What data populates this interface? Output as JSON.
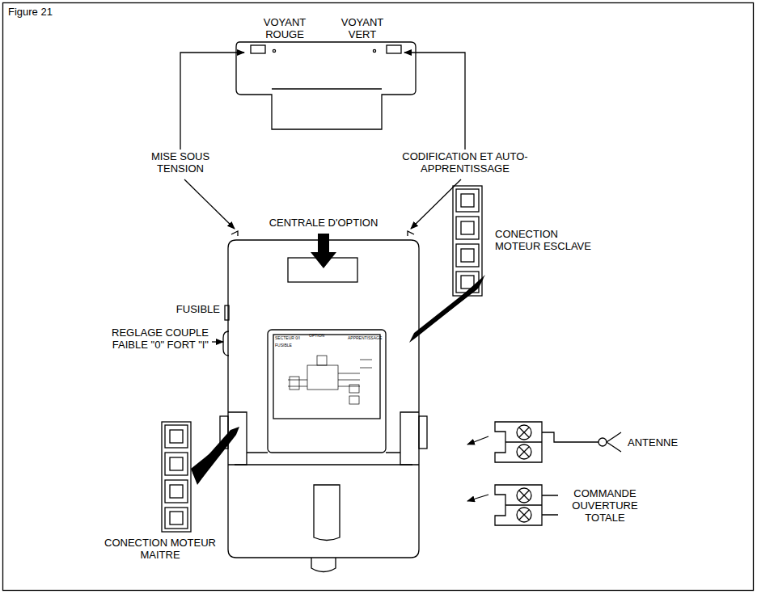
{
  "diagram": {
    "title": "Figure 21",
    "labels": [
      "VOYANT ROUGE",
      "VOYANT VERT",
      "MISE SOUS TENSION",
      "CODIFICATION ET AUTO-APPRENTISSAGE",
      "CENTRALE D'OPTION",
      "FUSIBLE",
      "REGLAGE COUPLE FAIBLE \"0\" FORT \"I\"",
      "CONECTION MOTEUR ESCLAVE",
      "CONECTION MOTEUR MAITRE",
      "ANTENNE",
      "COMMANDE OUVERTURE TOTALE",
      "SECTEUR 0/I",
      "OPTION",
      "APPRENTISSAGE",
      "FUSIBLE"
    ]
  }
}
